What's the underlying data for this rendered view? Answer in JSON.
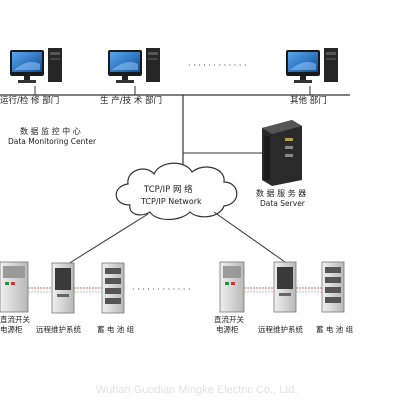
{
  "departments": [
    {
      "label": "运行/检 修 部门"
    },
    {
      "label": "生 产/技 术 部门"
    },
    {
      "label": "其他 部门"
    }
  ],
  "dots": "· · · · · · · · · · · ·",
  "monitoring_center": {
    "label_cn": "数 据 监 控 中 心",
    "label_en": "Data Monitoring Center"
  },
  "network": {
    "label_cn": "TCP/IP 网 络",
    "label_en": "TCP/IP Network"
  },
  "data_server": {
    "label_cn": "数 据 服 务 器",
    "label_en": "Data Server"
  },
  "site_left": [
    {
      "label_line1": "直流开关",
      "label_line2": "电源柜"
    },
    {
      "label_line1": "远程维护系统",
      "label_line2": ""
    },
    {
      "label_line1": "蓄 电 池 组",
      "label_line2": ""
    }
  ],
  "site_right": [
    {
      "label_line1": "直流开关",
      "label_line2": "电源柜"
    },
    {
      "label_line1": "远程维护系统",
      "label_line2": ""
    },
    {
      "label_line1": "蓄 电 池 组",
      "label_line2": ""
    }
  ],
  "watermark": "Wuhan Guodian Mingke Electric Co., Ltd.",
  "colors": {
    "monitor_bezel": "#1a1a1a",
    "screen": "#1f6fc2",
    "line": "#333333",
    "cabinet": "#dcdcdc",
    "cabinet_dark": "#444444",
    "server": "#2a2a2a"
  },
  "icons": [
    "monitor-icon",
    "pc-tower-icon",
    "server-icon",
    "cloud-icon",
    "cabinet-icon"
  ]
}
